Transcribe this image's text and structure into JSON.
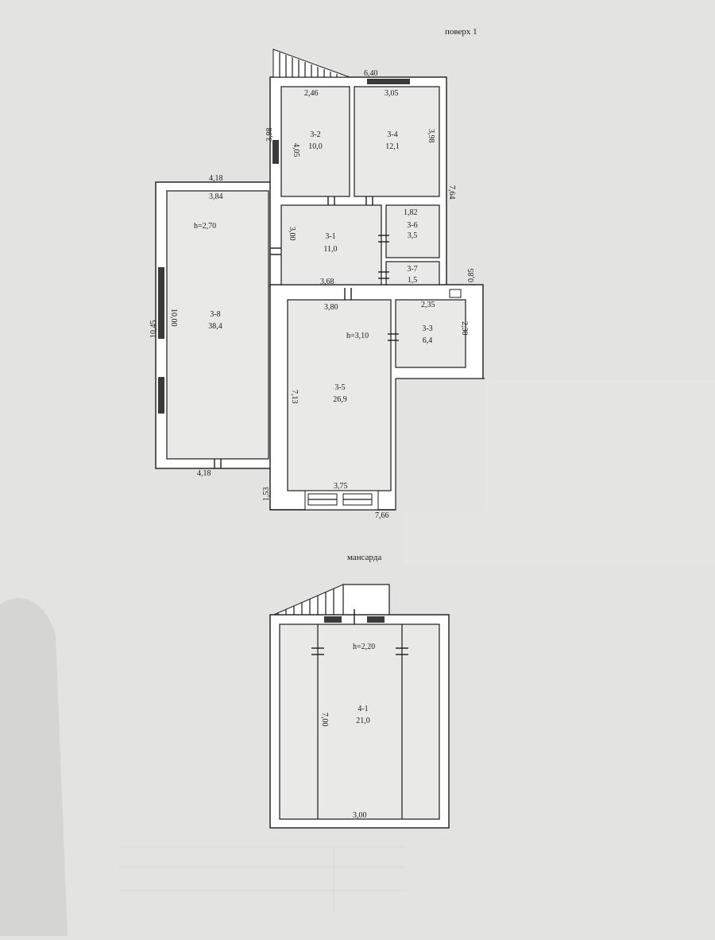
{
  "titles": {
    "floor1": "поверх 1",
    "attic": "мансарда"
  },
  "rooms": {
    "r3_1": {
      "id": "3-1",
      "area": "11,0"
    },
    "r3_2": {
      "id": "3-2",
      "area": "10,0"
    },
    "r3_3": {
      "id": "3-3",
      "area": "6,4"
    },
    "r3_4": {
      "id": "3-4",
      "area": "12,1"
    },
    "r3_5": {
      "id": "3-5",
      "area": "26,9"
    },
    "r3_6": {
      "id": "3-6",
      "area": "3,5"
    },
    "r3_7": {
      "id": "3-7",
      "area": "1,5"
    },
    "r3_8": {
      "id": "3-8",
      "area": "38,4"
    },
    "r4_1": {
      "id": "4-1",
      "area": "21,0"
    }
  },
  "heights": {
    "h1": "h=2,70",
    "h2": "h=3,10",
    "h3": "h=2,20"
  },
  "dims": {
    "d640": "6,40",
    "d246": "2,46",
    "d305": "3,05",
    "d398a": "3,98",
    "d405": "4,05",
    "d398b": "3,98",
    "d418a": "4,18",
    "d384": "3,84",
    "d764": "7,64",
    "d182": "1,82",
    "d300": "3,00",
    "d368": "3,68",
    "d085": "0,85",
    "d380": "3,80",
    "d235": "2,35",
    "d230": "2,30",
    "d1045": "10,45",
    "d1000": "10,00",
    "d713": "7,13",
    "d418b": "4,18",
    "d153": "1,53",
    "d375": "3,75",
    "d766": "7,66",
    "d700": "7,00",
    "d300b": "3,00"
  }
}
